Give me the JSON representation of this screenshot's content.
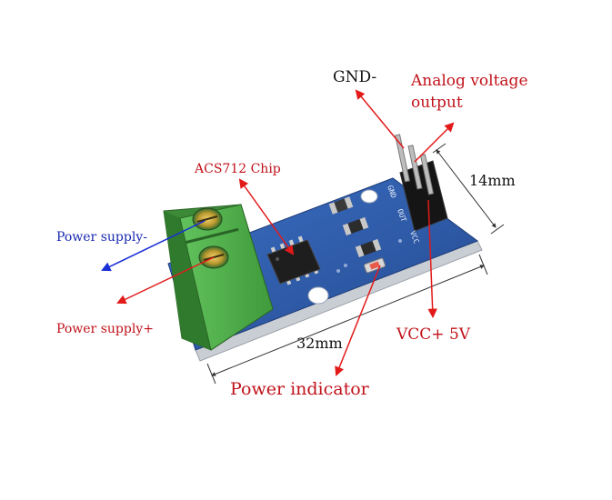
{
  "labels": {
    "gnd": "GND-",
    "analog_line1": "Analog voltage",
    "analog_line2": "output",
    "dim_height": "14mm",
    "chip": "ACS712 Chip",
    "power_supply_minus": "Power supply-",
    "power_supply_plus": "Power supply+",
    "vcc": "VCC+ 5V",
    "dim_length": "32mm",
    "power_indicator": "Power indicator"
  },
  "silkscreen": {
    "pin1": "GND",
    "pin2": "OUT",
    "pin3": "VCC"
  },
  "colors": {
    "arrow_red": "#e31a1a",
    "arrow_blue": "#1a2fd6",
    "text_red": "#c0121a",
    "text_blue": "#1a2ab0",
    "pcb_blue": "#2f5fae",
    "terminal_green": "#52b04e",
    "text_dark": "#111111"
  }
}
